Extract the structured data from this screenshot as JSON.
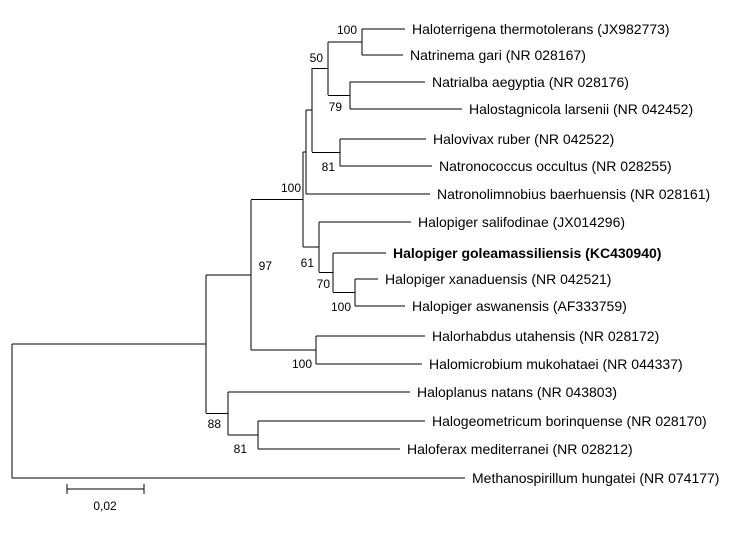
{
  "tree": {
    "taxa": [
      {
        "name": "Haloterrigena thermotolerans (JX982773)",
        "bold": false
      },
      {
        "name": "Natrinema gari (NR 028167)",
        "bold": false
      },
      {
        "name": "Natrialba aegyptia (NR 028176)",
        "bold": false
      },
      {
        "name": "Halostagnicola larsenii (NR 042452)",
        "bold": false
      },
      {
        "name": "Halovivax ruber (NR 042522)",
        "bold": false
      },
      {
        "name": "Natronococcus occultus (NR 028255)",
        "bold": false
      },
      {
        "name": "Natronolimnobius baerhuensis (NR 028161)",
        "bold": false
      },
      {
        "name": "Halopiger salifodinae (JX014296)",
        "bold": false
      },
      {
        "name": "Halopiger goleamassiliensis (KC430940)",
        "bold": true
      },
      {
        "name": "Halopiger xanaduensis (NR 042521)",
        "bold": false
      },
      {
        "name": "Halopiger aswanensis (AF333759)",
        "bold": false
      },
      {
        "name": "Halorhabdus utahensis (NR 028172)",
        "bold": false
      },
      {
        "name": "Halomicrobium mukohataei (NR 044337)",
        "bold": false
      },
      {
        "name": "Haloplanus natans (NR 043803)",
        "bold": false
      },
      {
        "name": "Halogeometricum borinquense (NR 028170)",
        "bold": false
      },
      {
        "name": "Haloferax mediterranei (NR 028212)",
        "bold": false
      },
      {
        "name": "Methanospirillum hungatei (NR 074177)",
        "bold": false
      }
    ],
    "support_values": [
      "100",
      "50",
      "79",
      "81",
      "100",
      "61",
      "70",
      "100",
      "97",
      "100",
      "88",
      "81"
    ],
    "scale_bar": {
      "label": "0,02",
      "value": 0.02
    }
  }
}
